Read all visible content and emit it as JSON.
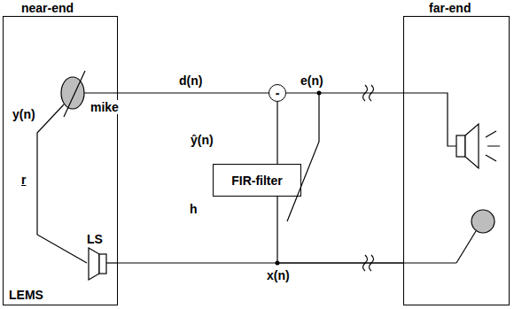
{
  "diagram": {
    "nodes": [
      {
        "text": [
          "near-end",
          "LEMS"
        ]
      },
      {
        "text": [
          "far-end"
        ]
      },
      {
        "text": [
          "FIR-filter"
        ]
      },
      {
        "text": [
          "-"
        ]
      }
    ],
    "edges": [
      {
        "from": 0,
        "to": 3,
        "label": "d(n)",
        "arrow": "none"
      },
      {
        "from": 2,
        "to": 3,
        "label": "ŷ(n)",
        "arrow": "none"
      },
      {
        "from": 3,
        "to": 1,
        "label": "e(n)",
        "arrow": "none"
      },
      {
        "from": 1,
        "to": 0,
        "label": "x(n)",
        "arrow": "none"
      },
      {
        "from": 1,
        "to": 2,
        "arrow": "none"
      }
    ],
    "labels": [
      "y(n)",
      "mike",
      "r",
      "LS",
      "h"
    ]
  }
}
